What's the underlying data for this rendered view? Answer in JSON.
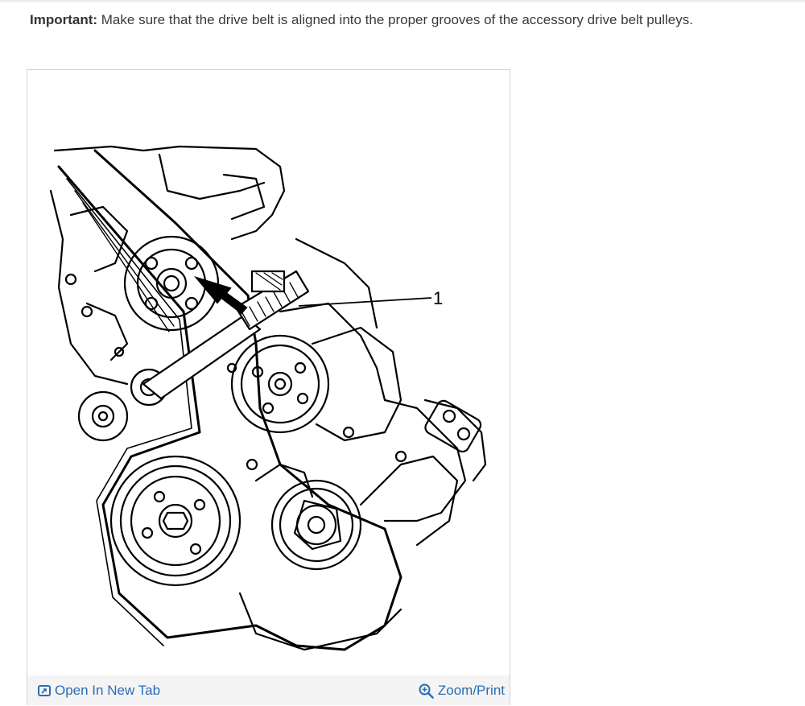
{
  "note": {
    "label": "Important:",
    "text": " Make sure that the drive belt is aligned into the proper grooves of the accessory drive belt pulleys."
  },
  "figure": {
    "callout": "1",
    "open_tab_label": "Open In New Tab",
    "open_tab_icon": "open-new-tab-icon",
    "zoom_label": "Zoom/Print",
    "zoom_icon": "zoom-in-icon",
    "link_color": "#2a6db3"
  }
}
